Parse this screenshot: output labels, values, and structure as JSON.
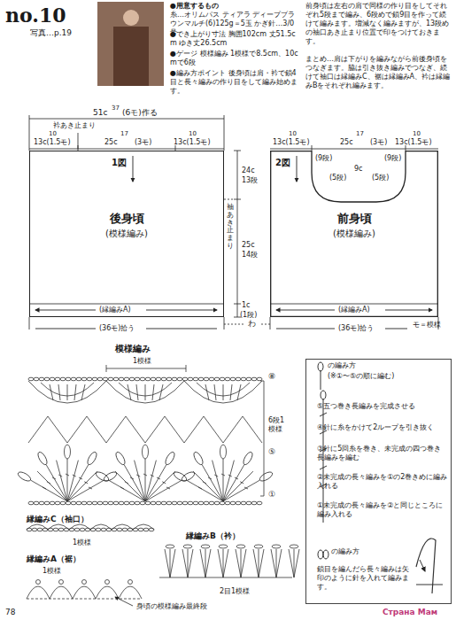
{
  "diagram": {
    "title": "no.10",
    "nodes": [
      {
        "text": [
          "後身頃",
          "(模様編み)"
        ]
      },
      {
        "text": [
          "前身頃",
          "(模様編み)"
        ]
      },
      {
        "text": [
          "の編み方",
          "(※①〜⑤の順に編む)",
          "⑤五つ巻き長編みを完成させる",
          "④針に糸をかけて2ループを引き抜く",
          "③針に5回糸を巻き、未完成の四つ巻き長編みを編む",
          "②未完成の長々編みを①の2巻きめに編み入れる",
          "①未完成の長々編みを②と同じところに編み入れる",
          "の編み方",
          "鎖目を編んだら長々編みは矢印のように針を入れて編みます。"
        ]
      }
    ],
    "labels": [
      "写真…p.19",
      "●用意するもの",
      "糸…オリムパス ティアラ ディープブラウンマルチ(6)125g＝5玉 かぎ針…3/0号",
      "●でき上がり寸法 胸囲102cm 丈51.5cm ゆき丈26.5cm",
      "●ゲージ 模様編み 1模様で8.5cm、10cmで6段",
      "●編み方ポイント 後身頃は肩・衿で鎖4目と長々編みの作り目をして編み始めます。",
      "前身頃は左右の肩で同様の作り目をしてそれぞれ5段まで編み、6段めで鎖9目を作って続けて編みます。増減なく編みますが、13段めの袖口あき止まり位置で印をつけておきます。",
      "まとめ…肩は下がりを編みながら前後身頃をつなぎます。脇は引き抜き編みでつなぎ、続けて袖口は縁編みC、裾は縁編みA、衿は縁編みBをそれぞれ編みます。",
      "51c",
      "37",
      "(6モ)作る",
      "衿あき止まり",
      "10",
      "13c(1.5モ)",
      "25c",
      "17",
      "(3モ)",
      "10",
      "13c(1.5モ)",
      "1図",
      "24c",
      "13段",
      "袖あき止まり",
      "25c",
      "14段",
      "1c",
      "(1段)",
      "(縁編みA)",
      "わ",
      "(36モ)拾う",
      "13c(1.5モ)",
      "10",
      "25c",
      "17",
      "(3モ)",
      "13c(1.5モ)",
      "10",
      "(9段)",
      "(5段)",
      "9c",
      "(5段)",
      "(9段)",
      "2図",
      "(縁編みA)",
      "(36モ)拾う",
      "モ＝模様",
      "模様編み",
      "1模様",
      "⑧",
      "6段1模様",
      "⑤",
      "①",
      "縁編みC（袖口）",
      "1模様",
      "縁編みB（衿）",
      "縁編みA（裾）",
      "1模様",
      "2目1模様",
      "身頃の模様編み最終段",
      "78",
      "Страна Мам"
    ]
  }
}
